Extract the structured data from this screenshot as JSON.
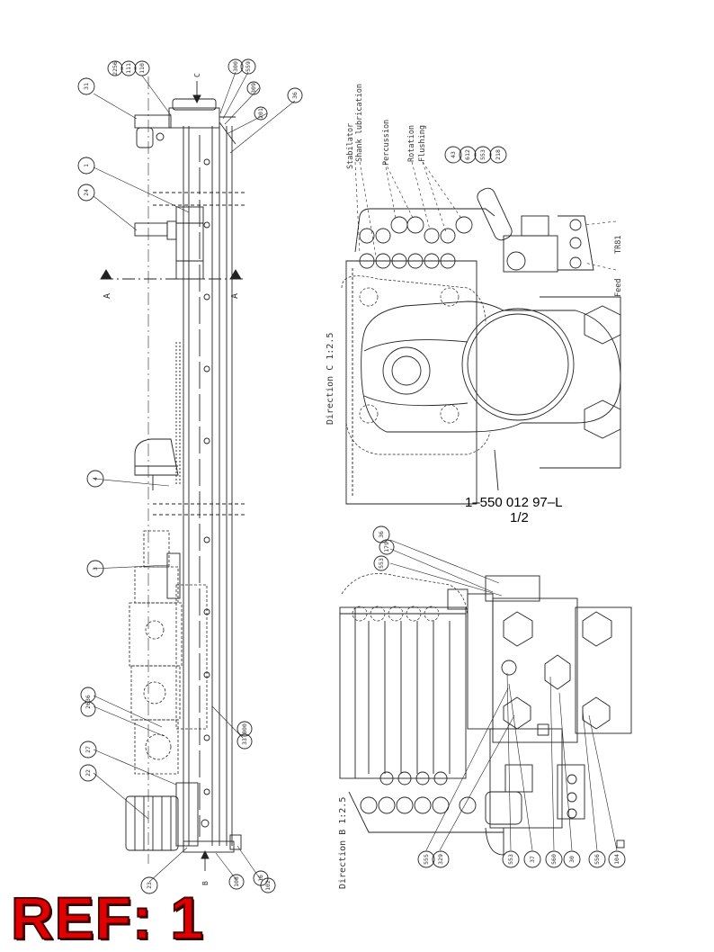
{
  "drawing": {
    "part_number": "1–550 012 97–L",
    "sheet": "1/2",
    "ref_label": "REF: 1",
    "view_labels": {
      "direction_c": "Direction C 1:2.5",
      "direction_b": "Direction B 1:2.5",
      "section_a_left": "A",
      "section_a_right": "A",
      "view_c": "C",
      "view_b": "B"
    },
    "hose_labels": [
      "Stabilator",
      "Shank lubrication",
      "Percussion",
      "Rotation",
      "Flushing",
      "Feed",
      "TR81"
    ],
    "balloons_main": [
      "31",
      "2256",
      "111",
      "110",
      "300",
      "559",
      "309",
      "201",
      "36",
      "1",
      "24",
      "4",
      "3",
      "2636",
      "27",
      "22",
      "23",
      "108",
      "16",
      "102",
      "33",
      "800"
    ],
    "balloons_c": [
      "43",
      "612",
      "553",
      "218"
    ],
    "balloons_b": [
      "36",
      "179",
      "553",
      "555",
      "329",
      "553",
      "37",
      "560",
      "30",
      "556",
      "104"
    ]
  }
}
